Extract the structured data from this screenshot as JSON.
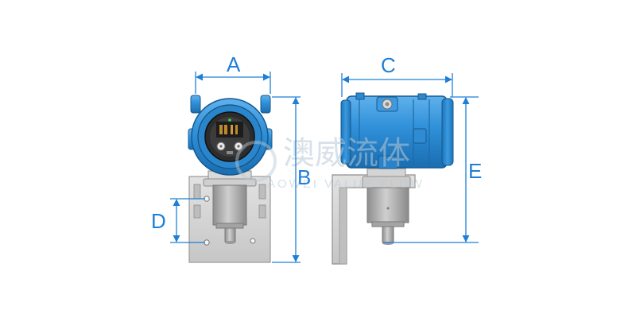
{
  "dimensions": {
    "a": "A",
    "b": "B",
    "c": "C",
    "d": "D",
    "e": "E"
  },
  "watermark": {
    "chinese": "澳威流体",
    "english": "AOWEI VALUE FLOW"
  },
  "colors": {
    "dimension": "#1e7fd8",
    "housing": "#2d8fd6",
    "bracket": "#d4d4d4",
    "sensor": "#a9a9a9"
  }
}
